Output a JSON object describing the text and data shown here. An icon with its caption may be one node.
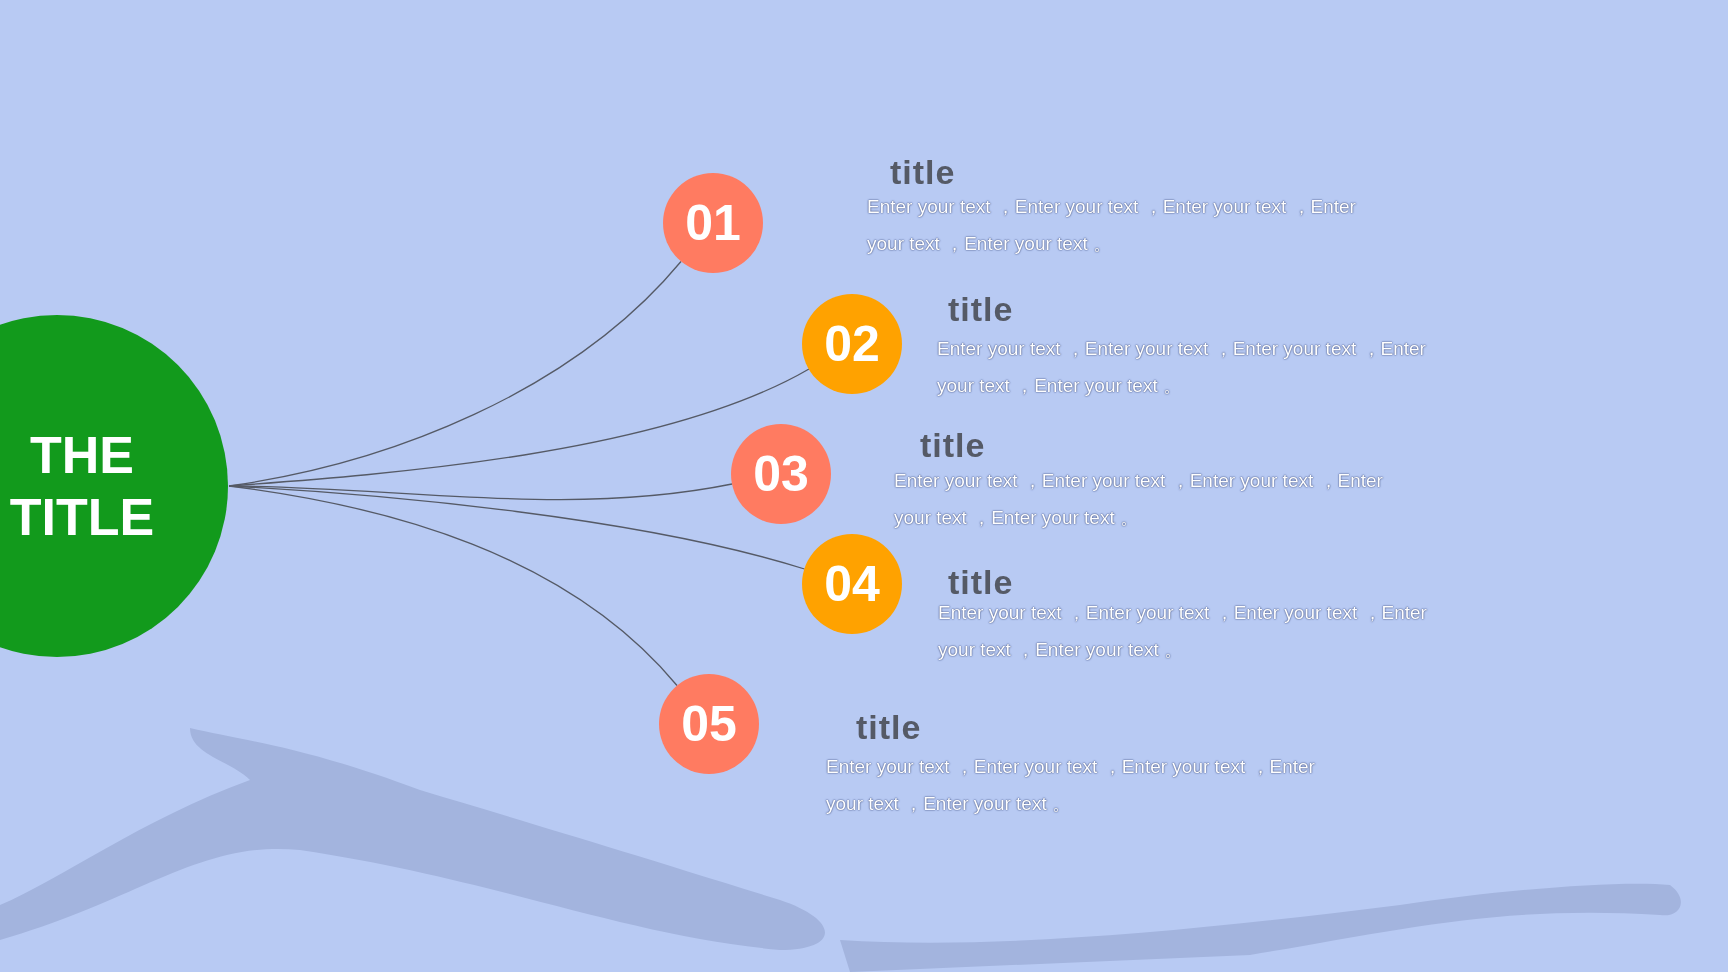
{
  "diagram": {
    "nodes": [
      {
        "text": [
          "THE TITLE"
        ]
      },
      {
        "text": [
          "01"
        ],
        "beside": [
          "title",
          "Enter your text ，Enter your text ，Enter your text ，Enter your text ，Enter your text 。"
        ]
      },
      {
        "text": [
          "02"
        ],
        "beside": [
          "title",
          "Enter your text ，Enter your text ，Enter your text ，Enter your text ，Enter your text 。"
        ]
      },
      {
        "text": [
          "03"
        ],
        "beside": [
          "title",
          "Enter your text ，Enter your text ，Enter your text ，Enter your text ，Enter your text 。"
        ]
      },
      {
        "text": [
          "04"
        ],
        "beside": [
          "title",
          "Enter your text ，Enter your text ，Enter your text ，Enter your text ，Enter your text 。"
        ]
      },
      {
        "text": [
          "05"
        ],
        "beside": [
          "title",
          "Enter your text ，Enter your text ，Enter your text ，Enter your text ，Enter your text 。"
        ]
      }
    ],
    "edges": [
      {
        "from": 0,
        "to": 1,
        "arrow": "none"
      },
      {
        "from": 0,
        "to": 2,
        "arrow": "none"
      },
      {
        "from": 0,
        "to": 3,
        "arrow": "none"
      },
      {
        "from": 0,
        "to": 4,
        "arrow": "none"
      },
      {
        "from": 0,
        "to": 5,
        "arrow": "none"
      }
    ]
  }
}
